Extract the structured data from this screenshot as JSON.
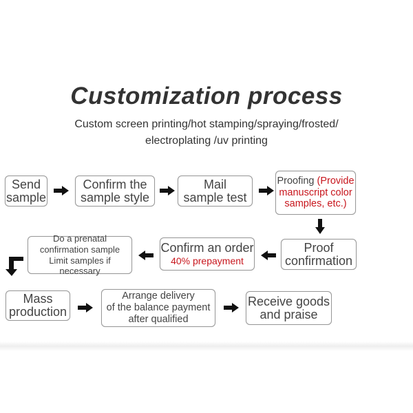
{
  "title": "Customization process",
  "subtitle": [
    "Custom screen printing/hot stamping/spraying/frosted/",
    "electroplating /uv printing"
  ],
  "steps": {
    "send_sample": [
      "Send",
      "sample"
    ],
    "confirm_style": [
      "Confirm the",
      "sample style"
    ],
    "mail_test": [
      "Mail",
      "sample test"
    ],
    "proofing": {
      "label": "Proofing",
      "note": "(Provide",
      "note2": "manuscript color",
      "note3": "samples, etc.)"
    },
    "proof_confirmation": [
      "Proof",
      "confirmation"
    ],
    "confirm_order": {
      "label": "Confirm an order",
      "note": "40% prepayment"
    },
    "prenatal": [
      "Do a prenatal",
      "confirmation sample",
      "Limit samples if necessary"
    ],
    "mass_production": [
      "Mass",
      "production"
    ],
    "arrange_delivery": [
      "Arrange delivery",
      "of the balance payment",
      "after qualified"
    ],
    "receive_goods": [
      "Receive goods",
      "and praise"
    ]
  },
  "colors": {
    "accent": "#c8161d",
    "text": "#444444"
  }
}
